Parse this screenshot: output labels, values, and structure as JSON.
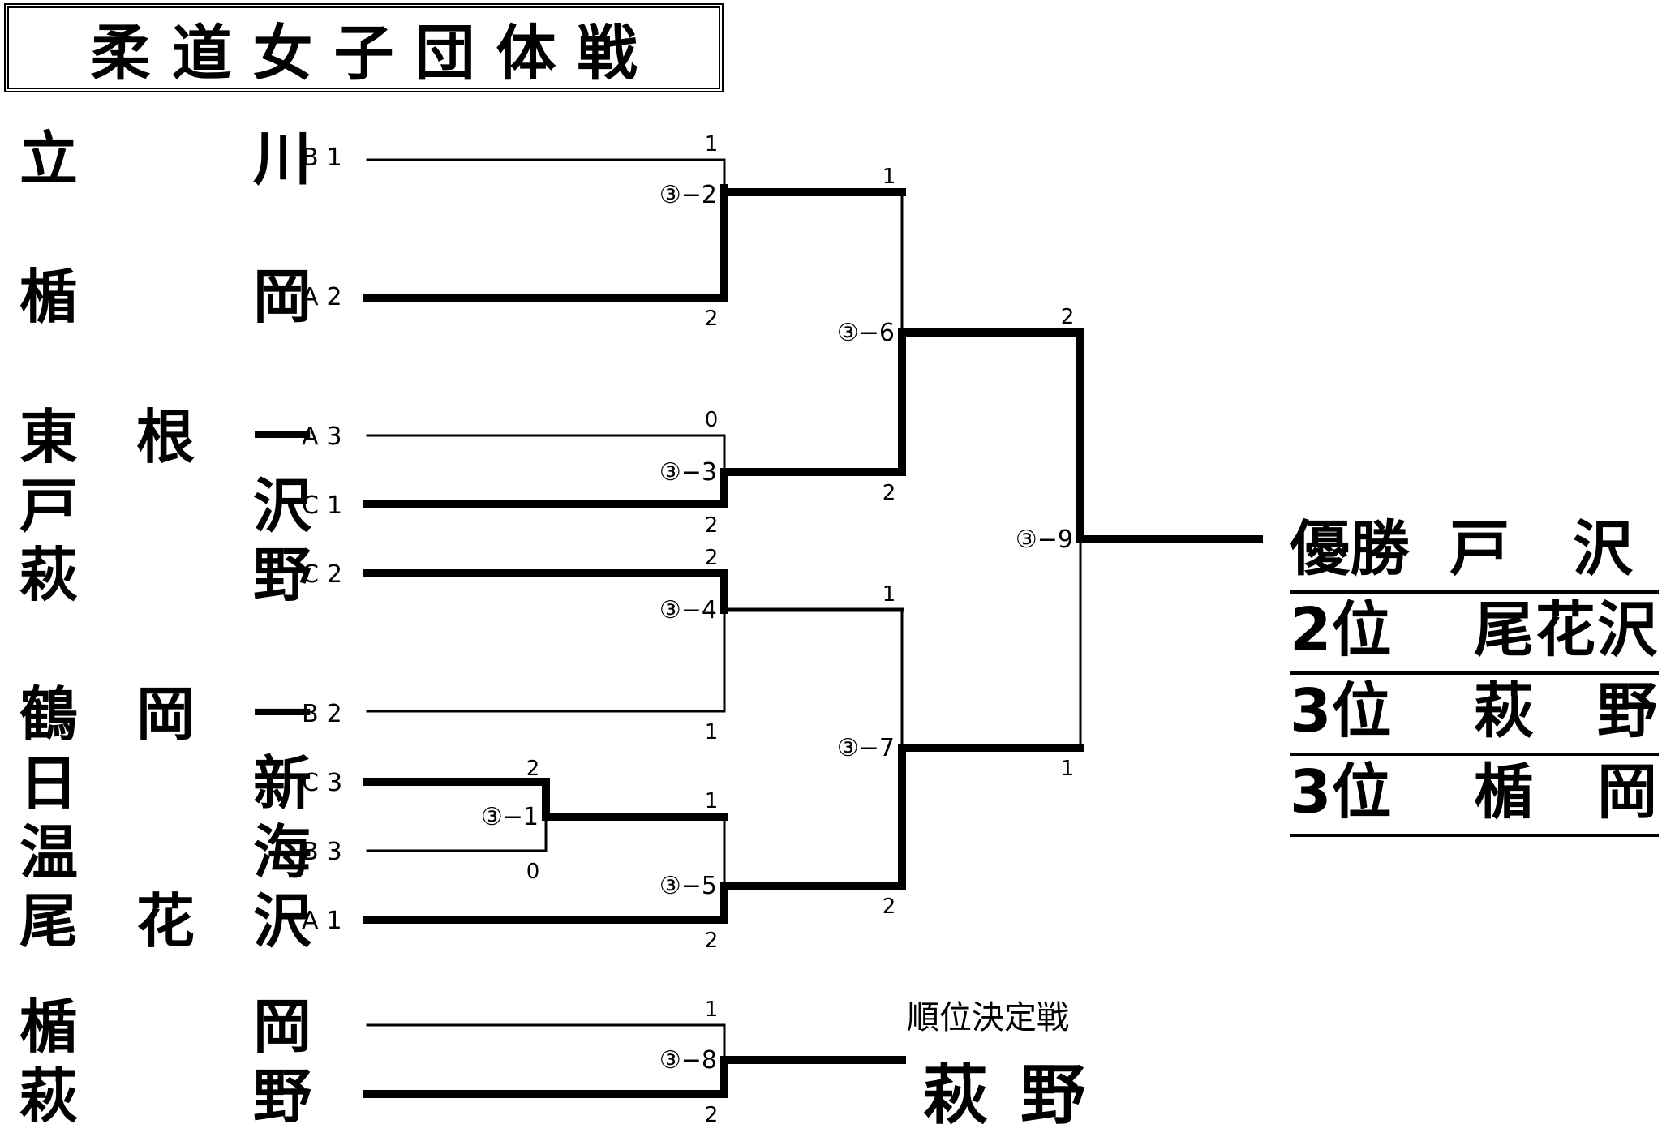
{
  "title": "柔道女子団体戦",
  "teams": [
    {
      "name": "立　　　川",
      "seed": "B1"
    },
    {
      "name": "楯　　　岡",
      "seed": "A2"
    },
    {
      "name": "東　根　一",
      "seed": "A3"
    },
    {
      "name": "戸　　　沢",
      "seed": "C1"
    },
    {
      "name": "萩　　　野",
      "seed": "C2"
    },
    {
      "name": "鶴　岡　一",
      "seed": "B2"
    },
    {
      "name": "日　　　新",
      "seed": "C3"
    },
    {
      "name": "温　　　海",
      "seed": "B3"
    },
    {
      "name": "尾　花　沢",
      "seed": "A1"
    },
    {
      "name": "楯　　　岡",
      "seed": ""
    },
    {
      "name": "萩　　　野",
      "seed": ""
    }
  ],
  "matches": [
    {
      "id": "③−1",
      "top_score": "2",
      "bottom_score": "0"
    },
    {
      "id": "③−2",
      "top_score": "1",
      "bottom_score": "2"
    },
    {
      "id": "③−3",
      "top_score": "0",
      "bottom_score": "2"
    },
    {
      "id": "③−4",
      "top_score": "2",
      "bottom_score": "1"
    },
    {
      "id": "③−5",
      "top_score": "1",
      "bottom_score": "2"
    },
    {
      "id": "③−6",
      "top_score": "1",
      "bottom_score": "2"
    },
    {
      "id": "③−7",
      "top_score": "1",
      "bottom_score": "2"
    },
    {
      "id": "③−8",
      "top_score": "1",
      "bottom_score": "2"
    },
    {
      "id": "③−9",
      "top_score": "2",
      "bottom_score": "1"
    }
  ],
  "results": [
    {
      "rank": "優勝",
      "team": "戸　沢"
    },
    {
      "rank": "2位",
      "team": "尾花沢"
    },
    {
      "rank": "3位",
      "team": "萩　野"
    },
    {
      "rank": "3位",
      "team": "楯　岡"
    }
  ],
  "placement": {
    "title": "順位決定戦",
    "winner": "萩野"
  }
}
